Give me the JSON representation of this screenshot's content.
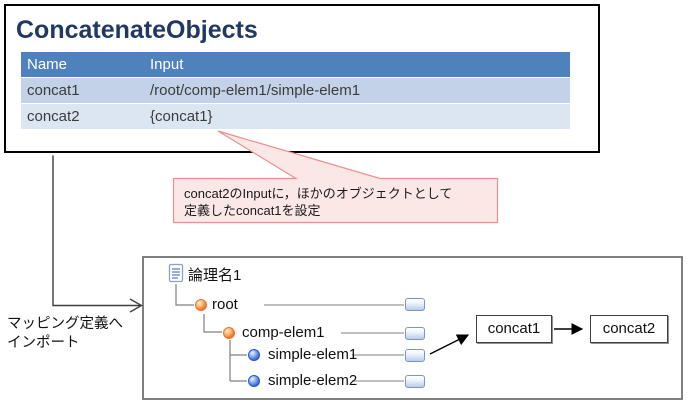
{
  "panel": {
    "title": "ConcatenateObjects",
    "table": {
      "columns": [
        "Name",
        "Input"
      ],
      "rows": [
        {
          "name": "concat1",
          "input": "/root/comp-elem1/simple-elem1"
        },
        {
          "name": "concat2",
          "input": "{concat1}"
        }
      ]
    }
  },
  "callout": {
    "line1": "concat2のInputに，ほかのオブジェクトとして",
    "line2": "定義したconcat1を設定"
  },
  "import_label": {
    "line1": "マッピング定義へ",
    "line2": "インポート"
  },
  "mapping_panel": {
    "doc_label": "論理名1",
    "tree": [
      {
        "label": "root",
        "type": "complex-element"
      },
      {
        "label": "comp-elem1",
        "type": "complex-element"
      },
      {
        "label": "simple-elem1",
        "type": "simple-element"
      },
      {
        "label": "simple-elem2",
        "type": "simple-element"
      }
    ],
    "objects": [
      {
        "label": "concat1"
      },
      {
        "label": "concat2"
      }
    ]
  },
  "icons": {
    "document-icon": "page with text lines",
    "complex-element-icon": "orange sphere",
    "simple-element-icon": "blue sphere",
    "mapping-anchor-icon": "small blue rounded tab"
  },
  "colors": {
    "table_header": "#4f81bd",
    "table_row_1": "#c3d2e8",
    "table_row_2": "#dce6f2",
    "title_navy": "#1f3864",
    "callout_bg": "#fce7e7",
    "callout_border": "#e89090",
    "panel_border": "#000000",
    "map_panel_border": "#7f7f7f"
  }
}
